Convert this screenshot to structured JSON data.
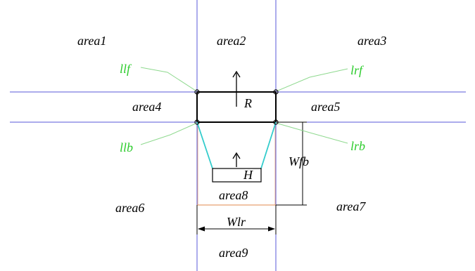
{
  "colors": {
    "guide_line": "#5a5ad8",
    "corner_label": "#2ecc2e",
    "leader_line": "#8fd98f",
    "connector": "#33cccc",
    "dimension": "#e8a070",
    "ink": "#000000"
  },
  "areas": {
    "a1": "area1",
    "a2": "area2",
    "a3": "area3",
    "a4": "area4",
    "a5": "area5",
    "a6": "area6",
    "a7": "area7",
    "a8": "area8",
    "a9": "area9"
  },
  "corners": {
    "llf": "llf",
    "lrf": "lrf",
    "llb": "llb",
    "lrb": "lrb"
  },
  "boxes": {
    "robot": "R",
    "human": "H"
  },
  "dimensions": {
    "wfb": "Wfb",
    "wlr": "Wlr"
  },
  "icons": {
    "robot_heading": "up-arrow-icon",
    "human_heading": "up-arrow-icon"
  }
}
